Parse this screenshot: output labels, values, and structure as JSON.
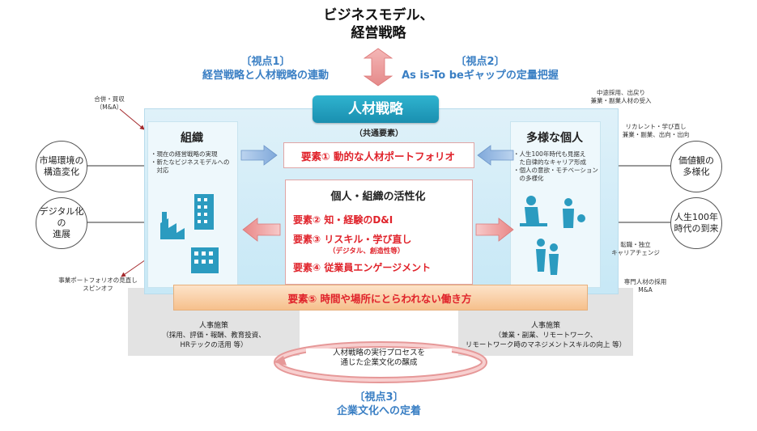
{
  "top": {
    "line1": "ビジネスモデル、",
    "line2": "経営戦略"
  },
  "viewpoint1": {
    "label": "〔視点1〕",
    "text": "経営戦略と人材戦略の連動"
  },
  "viewpoint2": {
    "label": "〔視点2〕",
    "text": "As is-To beギャップの定量把握"
  },
  "viewpoint3": {
    "label": "〔視点3〕",
    "text": "企業文化への定着"
  },
  "banner": "人材戦略",
  "left_panel": {
    "title": "組織",
    "bullets": [
      "・現在の経営戦略の実現",
      "・新たなビジネスモデルへの",
      "　対応"
    ]
  },
  "right_panel": {
    "title": "多様な個人",
    "bullets": [
      "・人生100年時代も見据え",
      "　た自律的なキャリア形成",
      "・個人の意欲・モチベーション",
      "　の多様化"
    ]
  },
  "common": "（共通要素）",
  "element1": "要素① 動的な人材ポートフォリオ",
  "activation": {
    "title": "個人・組織の活性化",
    "e2": "要素② 知・経験のD&I",
    "e3": "要素③ リスキル・学び直し",
    "e3_sub": "（デジタル、創造性等）",
    "e4": "要素④ 従業員エンゲージメント"
  },
  "element5": "要素⑤ 時間や場所にとらわれない働き方",
  "left_measures": {
    "title": "人事施策",
    "line1": "（採用、評価・報酬、教育投資、",
    "line2": "HRテックの活用 等）"
  },
  "right_measures": {
    "title": "人事施策",
    "line1": "（兼業・副業、リモートワーク、",
    "line2": "リモートワーク時のマネジメントスキルの向上 等）"
  },
  "cycle": {
    "line1": "人材戦略の実行プロセスを",
    "line2": "通じた企業文化の醸成"
  },
  "circles": {
    "market": [
      "市場環境の",
      "構造変化"
    ],
    "digital": [
      "デジタル化の",
      "進展"
    ],
    "values": [
      "価値観の",
      "多様化"
    ],
    "life": [
      "人生100年",
      "時代の到来"
    ]
  },
  "notes": {
    "ma": [
      "合併・買収",
      "（M&A）"
    ],
    "portfolio": [
      "事業ポートフォリオの見直し",
      "スピンオフ"
    ],
    "midcareer": [
      "中途採用、出戻り",
      "兼業・副業人材の受入"
    ],
    "recurrent": [
      "リカレント・学び直し",
      "兼業・副業、出向・出向"
    ],
    "job_change": [
      "転職・独立",
      "キャリアチェンジ"
    ],
    "specialist": [
      "専門人材の採用",
      "M&A"
    ]
  },
  "colors": {
    "accent_blue": "#3a7fc4",
    "red": "#e0232b",
    "panel": "#c7e8f6",
    "banner": "#1f9ab9"
  }
}
